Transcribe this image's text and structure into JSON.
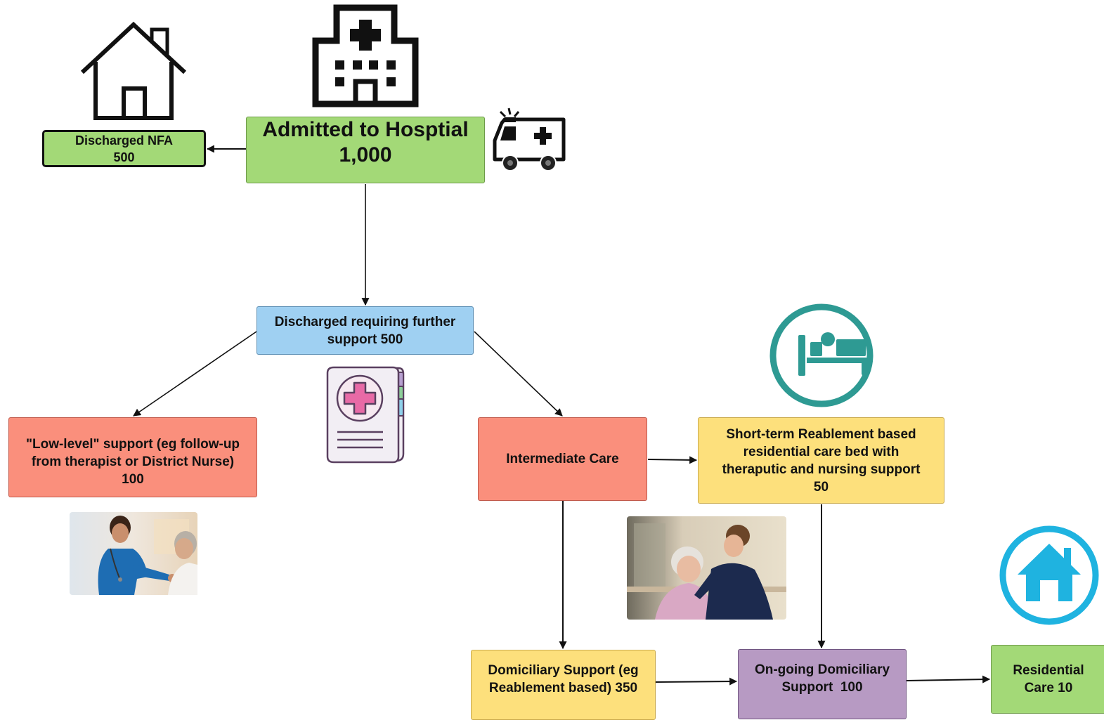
{
  "nodes": {
    "discharged_nfa": {
      "label": "Discharged NFA",
      "value": "500",
      "color": "#a3d977"
    },
    "admitted": {
      "label": "Admitted to Hosptial",
      "value": "1,000",
      "color": "#a3d977"
    },
    "further_support": {
      "line1": "Discharged requiring further",
      "line2": "support 500",
      "color": "#9fd0f2"
    },
    "low_level": {
      "line1": "\"Low-level\" support (eg follow-up",
      "line2": "from therapist or District Nurse)",
      "value": "100",
      "color": "#fa8f7c"
    },
    "intermediate": {
      "label": "Intermediate Care",
      "color": "#fa8f7c"
    },
    "short_term": {
      "line1": "Short-term Reablement based",
      "line2": "residential care bed with",
      "line3": "theraputic and nursing support",
      "value": "50",
      "color": "#fde07c"
    },
    "domiciliary": {
      "line1": "Domiciliary Support (eg",
      "line2": "Reablement based) 350",
      "color": "#fde07c"
    },
    "ongoing": {
      "line1": "On-going Domiciliary",
      "line2": "Support  100",
      "color": "#b79ac3"
    },
    "residential": {
      "line1": "Residential",
      "line2": "Care 10",
      "color": "#a3d977"
    }
  },
  "icons": {
    "house": "house-outline-icon",
    "hospital": "hospital-building-icon",
    "ambulance": "ambulance-icon",
    "medical_record": "medical-record-icon",
    "hospital_bed": "hospital-bed-icon",
    "residential_home": "home-circle-icon",
    "photo_nurse_patient": "nurse-with-patient-photo",
    "photo_carer_elderly": "carer-with-elderly-woman-photo"
  },
  "colors": {
    "teal": "#2e9a93",
    "cyan": "#1fb3e0",
    "arrow": "#111111"
  }
}
